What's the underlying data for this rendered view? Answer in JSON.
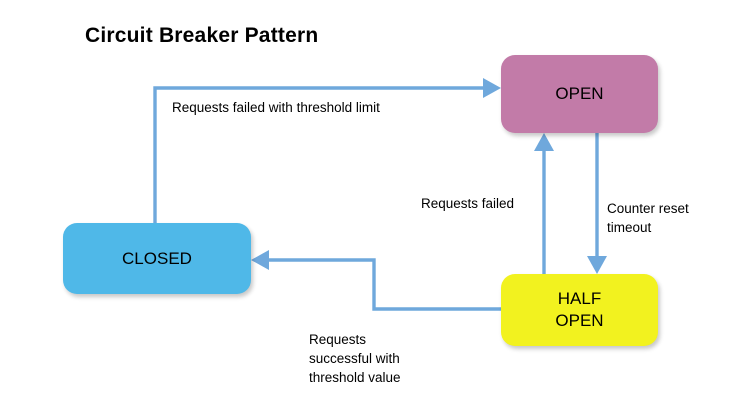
{
  "diagram": {
    "title": "Circuit Breaker Pattern",
    "edge_color": "#6fa8dc",
    "nodes": [
      {
        "id": "open",
        "label": "OPEN",
        "color": "#c27ba8"
      },
      {
        "id": "closed",
        "label": "CLOSED",
        "color": "#4fb8e8"
      },
      {
        "id": "half_open",
        "label": "HALF\nOPEN",
        "color": "#f2f21f"
      }
    ],
    "edges": [
      {
        "id": "closed_to_open",
        "from": "CLOSED",
        "to": "OPEN",
        "label": "Requests failed with threshold limit"
      },
      {
        "id": "half_open_to_open",
        "from": "HALF OPEN",
        "to": "OPEN",
        "label": "Requests failed"
      },
      {
        "id": "open_to_half_open",
        "from": "OPEN",
        "to": "HALF OPEN",
        "label": "Counter reset\ntimeout"
      },
      {
        "id": "half_open_to_closed",
        "from": "HALF OPEN",
        "to": "CLOSED",
        "label": "Requests\nsuccessful with\nthreshold value"
      }
    ]
  }
}
